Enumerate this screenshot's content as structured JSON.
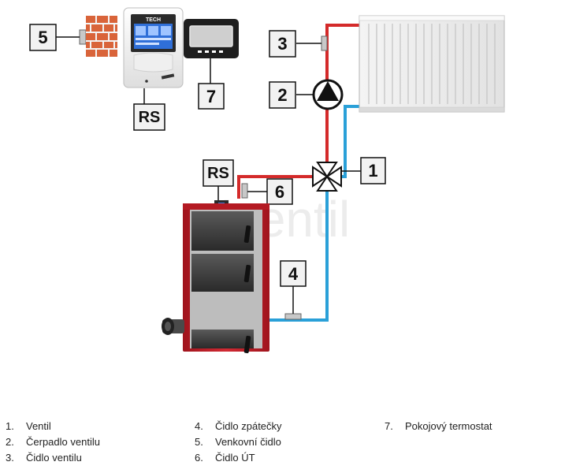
{
  "labels": {
    "valve": "1",
    "pump": "2",
    "valve_sensor": "3",
    "return_sensor": "4",
    "outdoor_sensor": "5",
    "ch_sensor": "6",
    "room_thermostat": "7",
    "rs_controller": "RS",
    "rs_boiler": "RS"
  },
  "controller_brand": "TECH",
  "watermark": "elventil",
  "legend": {
    "col1": [
      {
        "num": "1.",
        "text": "Ventil"
      },
      {
        "num": "2.",
        "text": "Čerpadlo ventilu"
      },
      {
        "num": "3.",
        "text": "Čidlo ventilu"
      }
    ],
    "col2": [
      {
        "num": "4.",
        "text": "Čidlo zpátečky"
      },
      {
        "num": "5.",
        "text": "Venkovní čidlo"
      },
      {
        "num": "6.",
        "text": "Čidlo ÚT"
      }
    ],
    "col3": [
      {
        "num": "7.",
        "text": "Pokojový termostat"
      }
    ]
  },
  "colors": {
    "supply_pipe": "#d42a2a",
    "return_pipe": "#2aa0d8",
    "boiler_red": "#c4202a",
    "brick": "#d9643a"
  }
}
